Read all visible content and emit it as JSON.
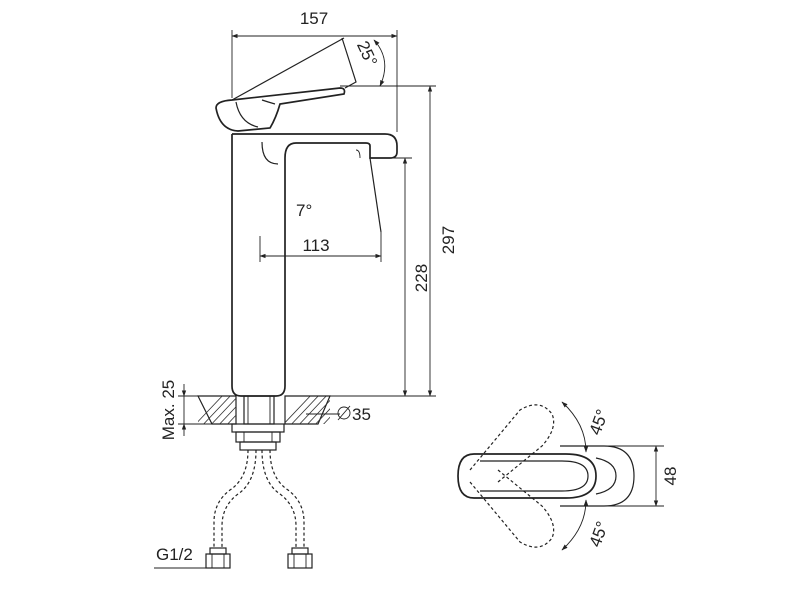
{
  "colors": {
    "line": "#222222",
    "background": "#ffffff"
  },
  "side_view": {
    "overall_width": "157",
    "handle_angle": "25°",
    "spout_angle": "7°",
    "spout_reach": "113",
    "spout_height": "228",
    "overall_height": "297",
    "max_mount_thickness": "Max. 25",
    "mount_hole_diameter": "35",
    "inlet_thread": "G1/2"
  },
  "top_view": {
    "rotation_angle_upper": "45°",
    "rotation_angle_lower": "45°",
    "handle_width": "48"
  }
}
